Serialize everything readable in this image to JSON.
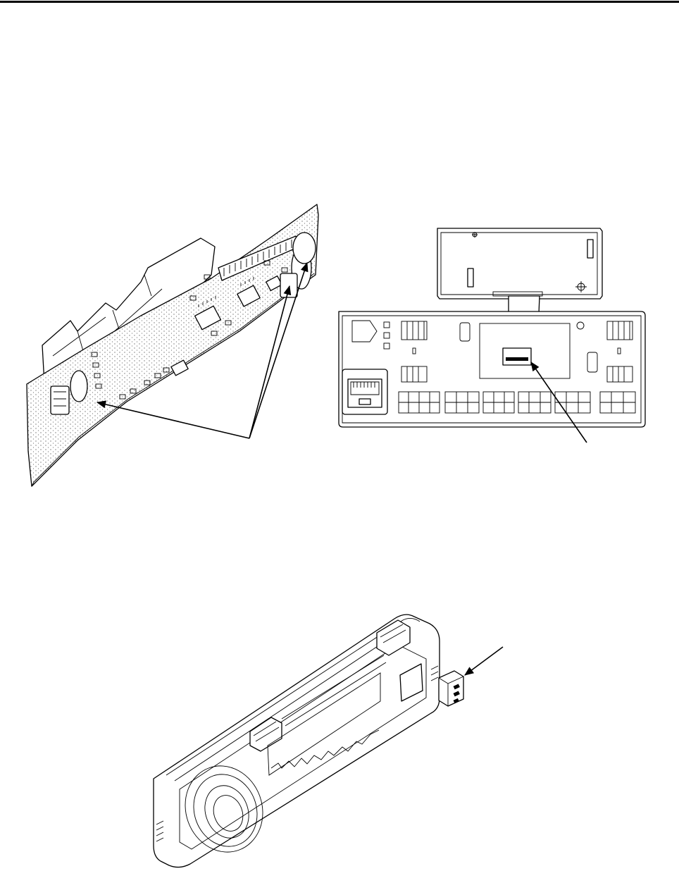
{
  "figure": {
    "panels": [
      {
        "id": "circuit-board",
        "icon": "pcb-assembly-drawing"
      },
      {
        "id": "display-flex-chassis",
        "icon": "chassis-with-flex-connector-drawing"
      },
      {
        "id": "front-housing-keypad",
        "icon": "front-housing-drawing"
      }
    ],
    "callouts": [
      {
        "id": "board-contacts",
        "icon": "arrow-callout"
      },
      {
        "id": "flex-connector",
        "icon": "arrow-callout"
      },
      {
        "id": "keypad-plug",
        "icon": "arrow-callout"
      }
    ],
    "stroke_color": "#000000",
    "background_color": "#ffffff"
  }
}
